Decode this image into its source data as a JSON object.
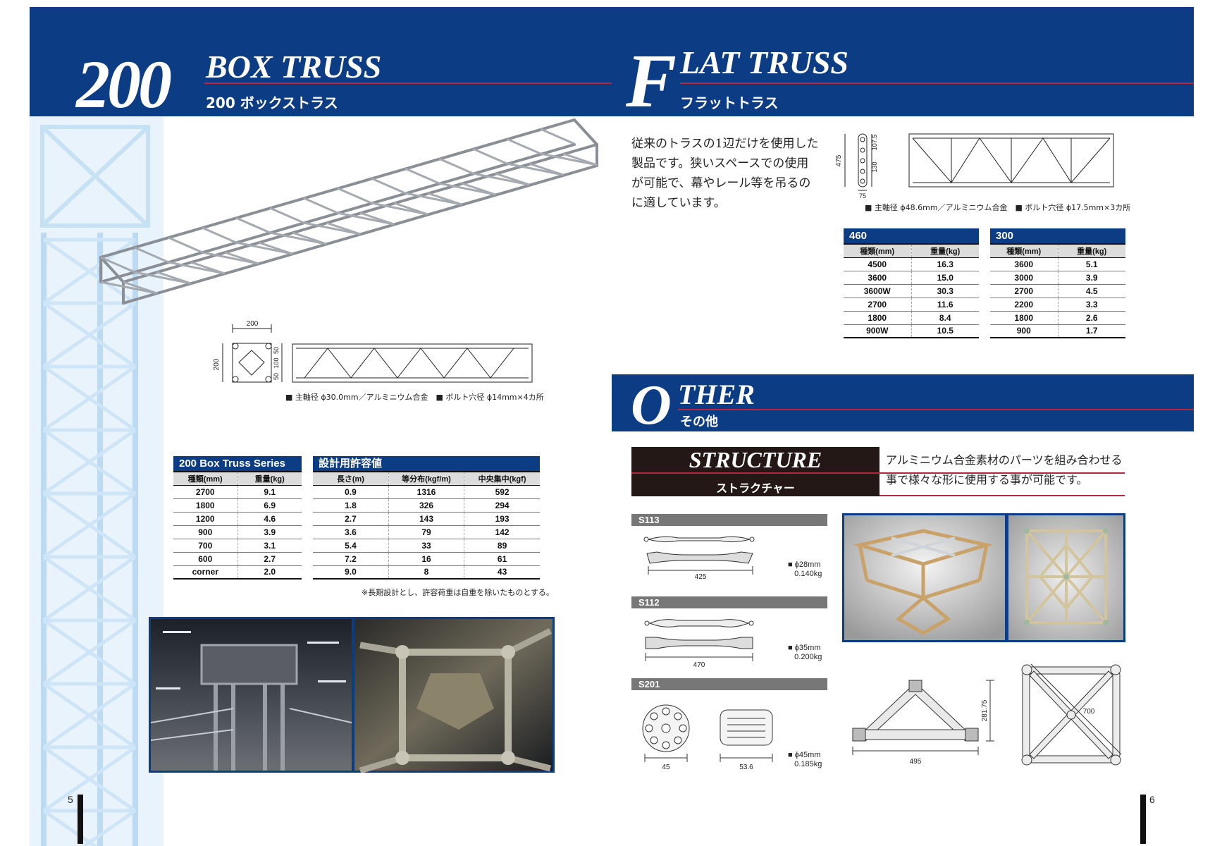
{
  "left": {
    "title_num": "200",
    "title_en": "BOX TRUSS",
    "title_jp": "200 ボックストラス",
    "dims": {
      "top": "200",
      "side": "200",
      "r1": "50",
      "r2": "100",
      "r3": "50"
    },
    "legend": "■ 主軸径 ϕ30.0mm／アルミニウム合金　■ ボルト穴径 ϕ14mm×4カ所",
    "series_table": {
      "title": "200 Box Truss Series",
      "headers": [
        "種類(mm)",
        "重量(kg)"
      ],
      "rows": [
        [
          "2700",
          "9.1"
        ],
        [
          "1800",
          "6.9"
        ],
        [
          "1200",
          "4.6"
        ],
        [
          "900",
          "3.9"
        ],
        [
          "700",
          "3.1"
        ],
        [
          "600",
          "2.7"
        ],
        [
          "corner",
          "2.0"
        ]
      ]
    },
    "load_table": {
      "title": "設計用許容値",
      "headers": [
        "長さ(m)",
        "等分布(kgf/m)",
        "中央集中(kgf)"
      ],
      "rows": [
        [
          "0.9",
          "1316",
          "592"
        ],
        [
          "1.8",
          "326",
          "294"
        ],
        [
          "2.7",
          "143",
          "193"
        ],
        [
          "3.6",
          "79",
          "142"
        ],
        [
          "5.4",
          "33",
          "89"
        ],
        [
          "7.2",
          "16",
          "61"
        ],
        [
          "9.0",
          "8",
          "43"
        ]
      ]
    },
    "footnote": "※長期設計とし、許容荷重は自重を除いたものとする。",
    "page_num": "5"
  },
  "right": {
    "flat_big": "F",
    "flat_en": "LAT TRUSS",
    "flat_jp": "フラットトラス",
    "flat_desc": [
      "従来のトラスの1辺だけを使用した",
      "製品です。狭いスペースでの使用",
      "が可能で、幕やレール等を吊るの",
      "に適しています。"
    ],
    "flat_dims": {
      "h": "475",
      "a": "107.5",
      "b": "130",
      "w": "75"
    },
    "flat_legend": "■ 主軸径 ϕ48.6mm／アルミニウム合金　■ ボルト穴径 ϕ17.5mm×3カ所",
    "t460": {
      "title": "460",
      "headers": [
        "種類(mm)",
        "重量(kg)"
      ],
      "rows": [
        [
          "4500",
          "16.3"
        ],
        [
          "3600",
          "15.0"
        ],
        [
          "3600W",
          "30.3"
        ],
        [
          "2700",
          "11.6"
        ],
        [
          "1800",
          "8.4"
        ],
        [
          "900W",
          "10.5"
        ]
      ]
    },
    "t300": {
      "title": "300",
      "headers": [
        "種類(mm)",
        "重量(kg)"
      ],
      "rows": [
        [
          "3600",
          "5.1"
        ],
        [
          "3000",
          "3.9"
        ],
        [
          "2700",
          "4.5"
        ],
        [
          "2200",
          "3.3"
        ],
        [
          "1800",
          "2.6"
        ],
        [
          "900",
          "1.7"
        ]
      ]
    },
    "other_big": "O",
    "other_en": "THER",
    "other_jp": "その他",
    "structure_en": "STRUCTURE",
    "structure_jp": "ストラクチャー",
    "structure_desc": [
      "アルミニウム合金素材のパーツを組み合わせる",
      "事で様々な形に使用する事が可能です。"
    ],
    "parts": [
      {
        "code": "S113",
        "dim": "425",
        "spec1": "ϕ28mm",
        "spec2": "0.140kg"
      },
      {
        "code": "S112",
        "dim": "470",
        "spec1": "ϕ35mm",
        "spec2": "0.200kg"
      },
      {
        "code": "S201",
        "dim1": "45",
        "dim2": "53.6",
        "spec1": "ϕ45mm",
        "spec2": "0.185kg"
      }
    ],
    "tri": {
      "h": "281.75",
      "w": "495"
    },
    "sq": {
      "d": "700"
    },
    "page_num": "6"
  }
}
